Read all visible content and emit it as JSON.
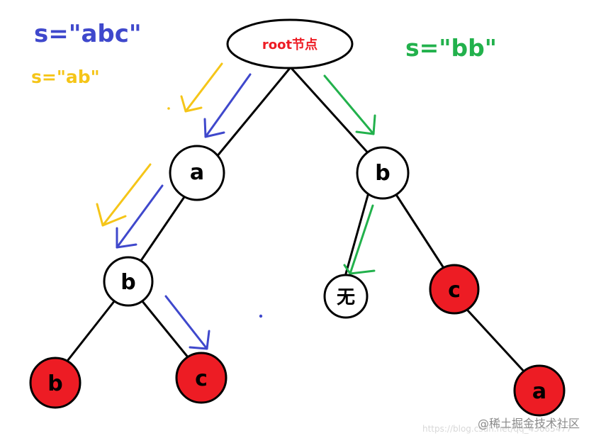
{
  "colors": {
    "blue": "#3f48cc",
    "yellow": "#f5c518",
    "green": "#22b14c",
    "red": "#ed1c24",
    "black": "#000000",
    "root_text": "#ed1c24"
  },
  "query_labels": {
    "abc": "s=\"abc\"",
    "ab": "s=\"ab\"",
    "bb": "s=\"bb\""
  },
  "nodes": {
    "root": "root节点",
    "a": "a",
    "b_right": "b",
    "b_left": "b",
    "none": "无",
    "c_red_right": "c",
    "b_red": "b",
    "c_red_left": "c",
    "a_red": "a"
  },
  "watermarks": {
    "juejin": "@稀土掘金技术社区",
    "csdn": "https://blog.csdn.net/qq_43665477"
  }
}
